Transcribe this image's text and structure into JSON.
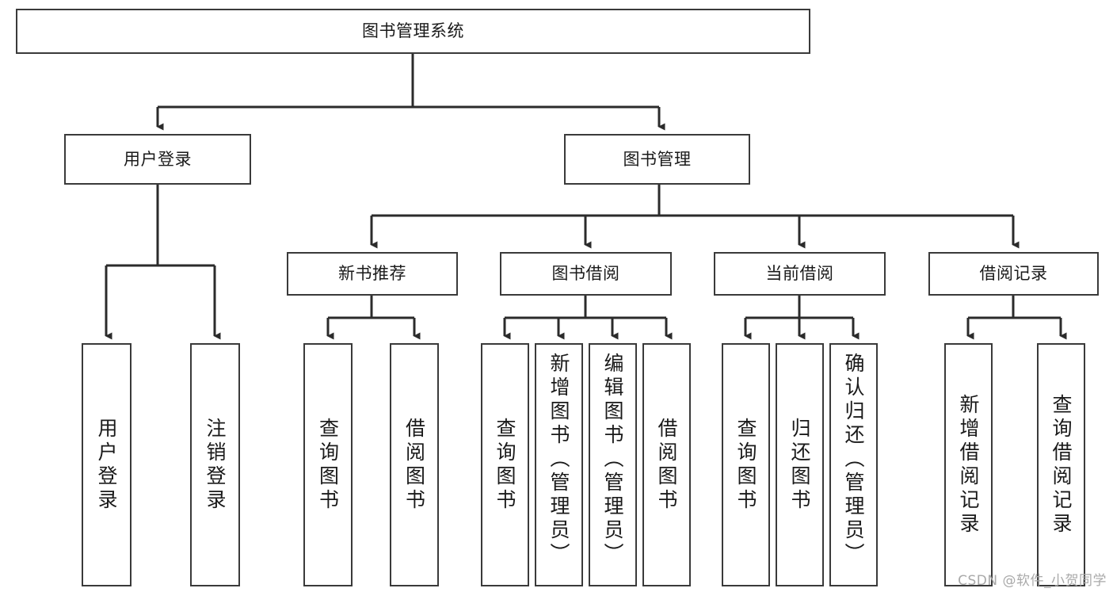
{
  "diagram": {
    "type": "tree",
    "title": "图书管理系统",
    "style": {
      "box_border_color": "#3a3a3a",
      "box_fill_color": "#ffffff",
      "edge_color": "#2b2b2b",
      "text_color": "#1a1a1a",
      "background": "#ffffff"
    },
    "root": {
      "label": "图书管理系统"
    },
    "level2": [
      {
        "label": "用户登录"
      },
      {
        "label": "图书管理"
      }
    ],
    "level3": [
      {
        "label": "新书推荐"
      },
      {
        "label": "图书借阅"
      },
      {
        "label": "当前借阅"
      },
      {
        "label": "借阅记录"
      }
    ],
    "leaves": {
      "user_login": [
        {
          "label": "用户登录"
        },
        {
          "label": "注销登录"
        }
      ],
      "new_book_recommend": [
        {
          "label": "查询图书"
        },
        {
          "label": "借阅图书"
        }
      ],
      "book_borrow": [
        {
          "label": "查询图书"
        },
        {
          "label": "新增图书（管理员）"
        },
        {
          "label": "编辑图书（管理员）"
        },
        {
          "label": "借阅图书"
        }
      ],
      "current_borrow": [
        {
          "label": "查询图书"
        },
        {
          "label": "归还图书"
        },
        {
          "label": "确认归还（管理员）"
        }
      ],
      "borrow_records": [
        {
          "label": "新增借阅记录"
        },
        {
          "label": "查询借阅记录"
        }
      ]
    }
  },
  "watermark": {
    "text": "CSDN @软件_小贺同学"
  }
}
